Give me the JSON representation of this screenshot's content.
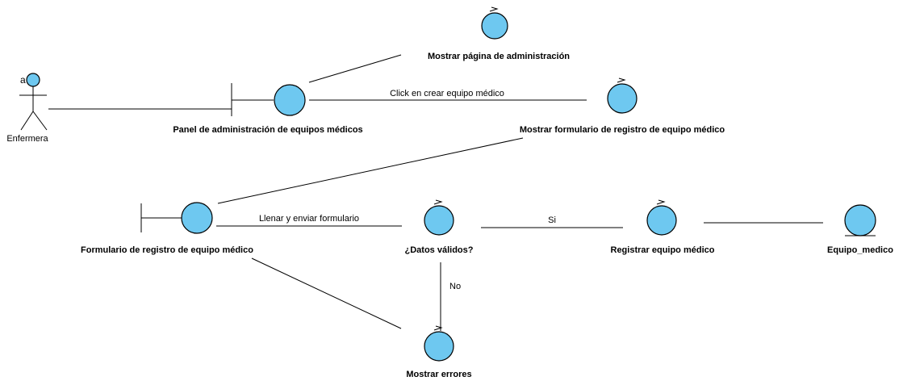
{
  "diagram": {
    "colors": {
      "element_fill": "#6ec8f0",
      "stroke": "#000000",
      "background": "#ffffff"
    },
    "actor": {
      "label": "Enfermera",
      "badge": "a"
    },
    "nodes": [
      {
        "id": "mostrar-pagina-admin",
        "kind": "control",
        "label": "Mostrar página de administración"
      },
      {
        "id": "panel-admin",
        "kind": "boundary",
        "label": "Panel de administración de equipos médicos"
      },
      {
        "id": "mostrar-formulario",
        "kind": "control",
        "label": "Mostrar formulario de registro de equipo médico"
      },
      {
        "id": "formulario-registro",
        "kind": "boundary",
        "label": "Formulario de registro de equipo médico"
      },
      {
        "id": "datos-validos",
        "kind": "control",
        "label": "¿Datos válidos?"
      },
      {
        "id": "registrar-equipo",
        "kind": "control",
        "label": "Registrar equipo médico"
      },
      {
        "id": "equipo-medico",
        "kind": "entity",
        "label": "Equipo_medico"
      },
      {
        "id": "mostrar-errores",
        "kind": "control",
        "label": "Mostrar errores"
      }
    ],
    "edges": [
      {
        "from": "actor",
        "to": "panel-admin",
        "label": ""
      },
      {
        "from": "panel-admin",
        "to": "mostrar-pagina-admin",
        "label": ""
      },
      {
        "from": "panel-admin",
        "to": "mostrar-formulario",
        "label": "Click en crear equipo médico"
      },
      {
        "from": "mostrar-formulario",
        "to": "formulario-registro",
        "label": ""
      },
      {
        "from": "formulario-registro",
        "to": "datos-validos",
        "label": "Llenar y enviar formulario"
      },
      {
        "from": "datos-validos",
        "to": "registrar-equipo",
        "label": "Si"
      },
      {
        "from": "registrar-equipo",
        "to": "equipo-medico",
        "label": ""
      },
      {
        "from": "datos-validos",
        "to": "mostrar-errores",
        "label": "No"
      },
      {
        "from": "formulario-registro",
        "to": "mostrar-errores",
        "label": ""
      }
    ]
  }
}
